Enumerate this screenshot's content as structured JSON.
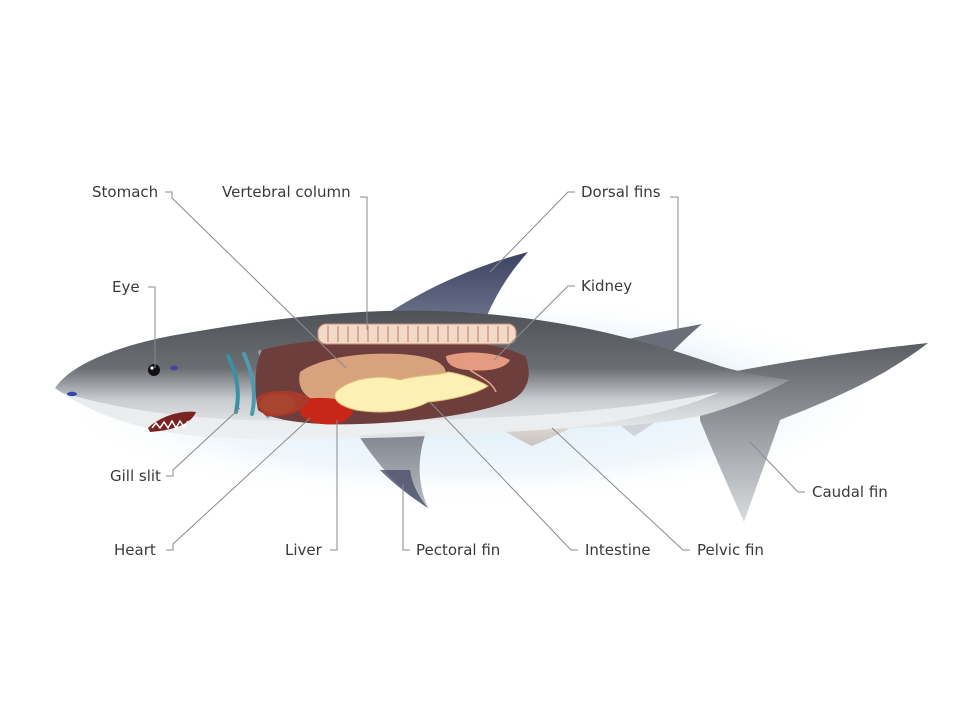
{
  "labels": {
    "stomach": "Stomach",
    "vertebral_column": "Vertebral column",
    "dorsal_fins": "Dorsal fins",
    "eye": "Eye",
    "kidney": "Kidney",
    "gill_slit": "Gill slit",
    "caudal_fin": "Caudal fin",
    "heart": "Heart",
    "liver": "Liver",
    "pectoral_fin": "Pectoral fin",
    "intestine": "Intestine",
    "pelvic_fin": "Pelvic fin"
  },
  "colors": {
    "body_dark": "#56595d",
    "belly": "#e6e9ec",
    "fin_dark": "#4a4f68",
    "cavity": "#7a4542",
    "liver": "#cc1e12",
    "stomach": "#d8a27c",
    "intestine": "#fbefb0",
    "spine": "#f1d2bf",
    "background_glow": "#ddeef8"
  }
}
